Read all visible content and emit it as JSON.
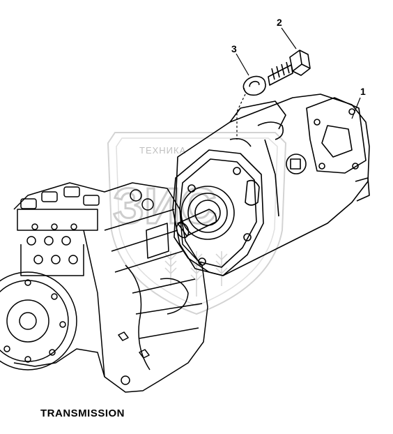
{
  "caption": "TRANSMISSION",
  "callouts": {
    "part1": "1",
    "part2": "2",
    "part3": "3"
  },
  "watermark": {
    "text": "ТЕХНИКА",
    "monogram": "ЗИС"
  },
  "colors": {
    "line": "#000000",
    "watermark": "#c8c8c8",
    "background": "#ffffff"
  }
}
